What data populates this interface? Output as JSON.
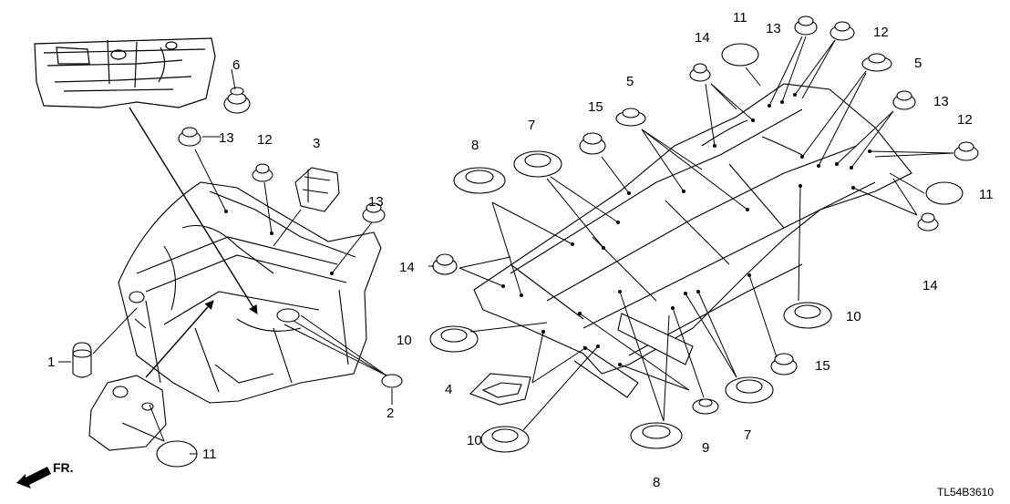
{
  "callouts": {
    "c1": "1",
    "c2": "2",
    "c3": "3",
    "c4": "4",
    "c5a": "5",
    "c5b": "5",
    "c6": "6",
    "c7a": "7",
    "c7b": "7",
    "c8a": "8",
    "c8b": "8",
    "c9": "9",
    "c10a": "10",
    "c10b": "10",
    "c10c": "10",
    "c11a": "11",
    "c11b": "11",
    "c11c": "11",
    "c12a": "12",
    "c12b": "12",
    "c12c": "12",
    "c13a": "13",
    "c13b": "13",
    "c13c": "13",
    "c13d": "13",
    "c14a": "14",
    "c14b": "14",
    "c14c": "14",
    "c15a": "15",
    "c15b": "15"
  },
  "direction_label": "FR.",
  "diagram_code": "TL54B3610"
}
